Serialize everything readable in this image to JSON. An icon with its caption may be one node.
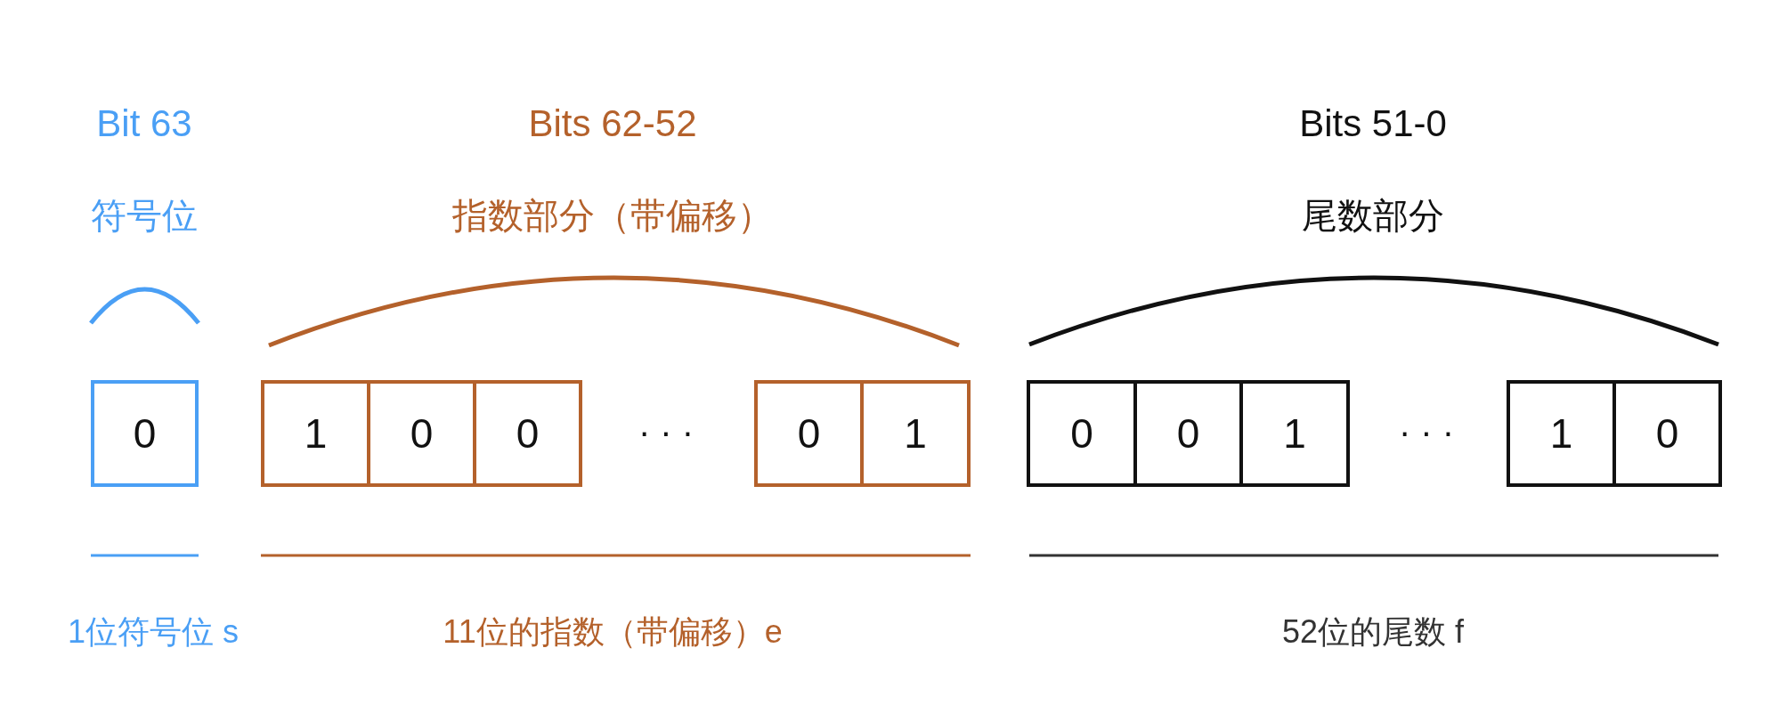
{
  "diagram": {
    "nodes": [
      {
        "text": [
          "0"
        ]
      },
      {
        "text": [
          "1"
        ]
      },
      {
        "text": [
          "0"
        ]
      },
      {
        "text": [
          "0"
        ]
      },
      {
        "text": [
          "0"
        ]
      },
      {
        "text": [
          "1"
        ]
      },
      {
        "text": [
          "0"
        ]
      },
      {
        "text": [
          "0"
        ]
      },
      {
        "text": [
          "1"
        ]
      },
      {
        "text": [
          "1"
        ]
      },
      {
        "text": [
          "0"
        ]
      }
    ],
    "edges": [],
    "labels": [
      "Bit 63",
      "Bits 62-52",
      "Bits 51-0",
      "符号位",
      "指数部分（带偏移）",
      "尾数部分",
      "· · ·",
      "· · ·",
      "1位符号位 s",
      "11位的指数（带偏移）e",
      "52位的尾数 f"
    ]
  }
}
